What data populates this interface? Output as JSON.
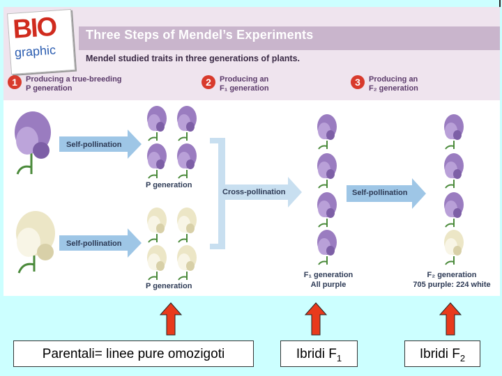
{
  "logo": {
    "bio": "BIO",
    "graphic": "graphic"
  },
  "title": "Three Steps of Mendel’s Experiments",
  "subtitle": "Mendel studied traits in three generations of plants.",
  "steps": [
    {
      "num": "1",
      "line1": "Producing a true-breeding",
      "line2": "P generation"
    },
    {
      "num": "2",
      "line1": "Producing an",
      "line2": "F₁ generation"
    },
    {
      "num": "3",
      "line1": "Producing an",
      "line2": "F₂ generation"
    }
  ],
  "labels": {
    "self_pollination": "Self-pollination",
    "cross_pollination": "Cross-pollination",
    "p_generation": "P generation",
    "f1_generation": "F₁ generation",
    "f1_result": "All purple",
    "f2_generation": "F₂ generation",
    "f2_result": "705 purple: 224 white"
  },
  "colors": {
    "purple_flower": "#9a7cc0",
    "white_flower": "#f4f0d8",
    "arrow_blue": "#9ec6e6",
    "red_arrow": "#e83a1c"
  },
  "boxes": {
    "parental": "Parentali= linee pure omozigoti",
    "f1": "Ibridi F",
    "f1_sub": "1",
    "f2": "Ibridi F",
    "f2_sub": "2"
  }
}
